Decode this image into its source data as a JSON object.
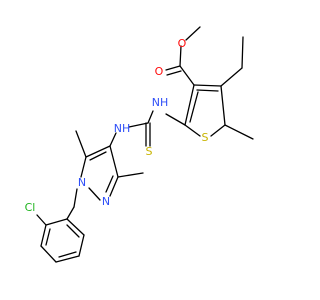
{
  "molecule": {
    "atoms": {
      "o_carbonyl": "O",
      "o_ester": "O",
      "s_thiophene": "S",
      "n_thiourea_right": "NH",
      "n_thiourea_left": "NH",
      "s_thiourea": "S",
      "n_pyrazole_1": "N",
      "n_pyrazole_2": "N",
      "cl": "Cl"
    },
    "colors": {
      "bond": "#000000",
      "oxygen": "#ff0d0d",
      "nitrogen": "#3050f8",
      "sulfur": "#c8b400",
      "chlorine": "#1fb41f"
    }
  }
}
